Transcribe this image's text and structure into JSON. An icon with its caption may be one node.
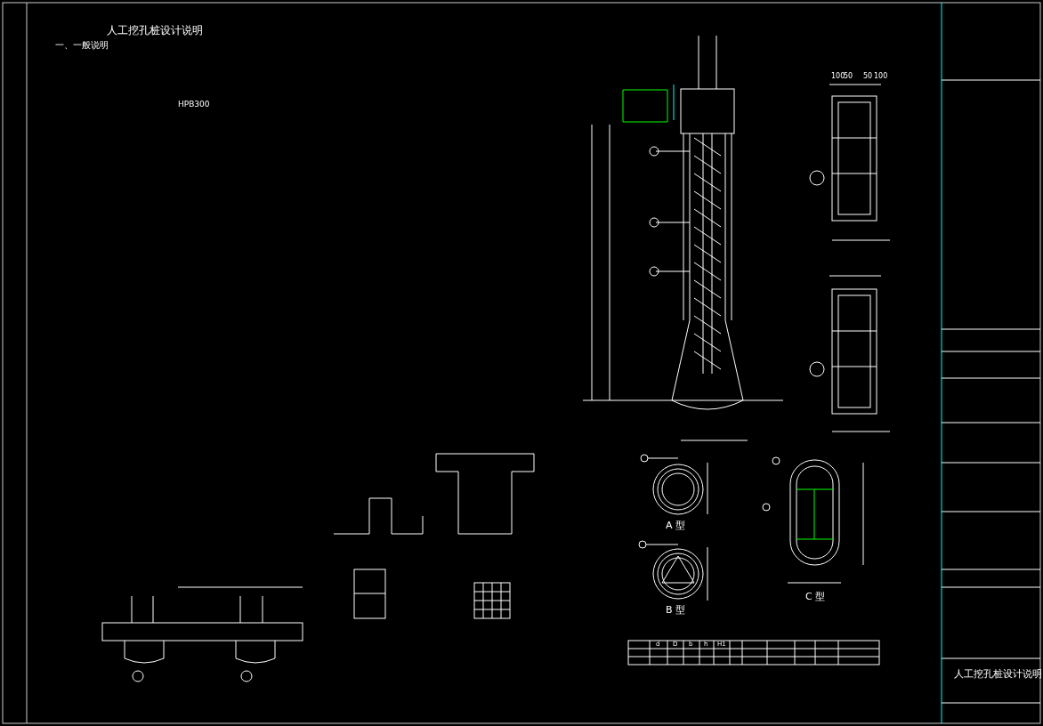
{
  "diagram": {
    "title": "人工挖孔桩设计说明",
    "labels": [
      "一、一般说明",
      "HPB300",
      "100",
      "50",
      "50",
      "100",
      "A 型",
      "B 型",
      "C 型",
      "d",
      "D",
      "b",
      "h",
      "H1",
      "人工挖孔桩设计说明"
    ]
  }
}
